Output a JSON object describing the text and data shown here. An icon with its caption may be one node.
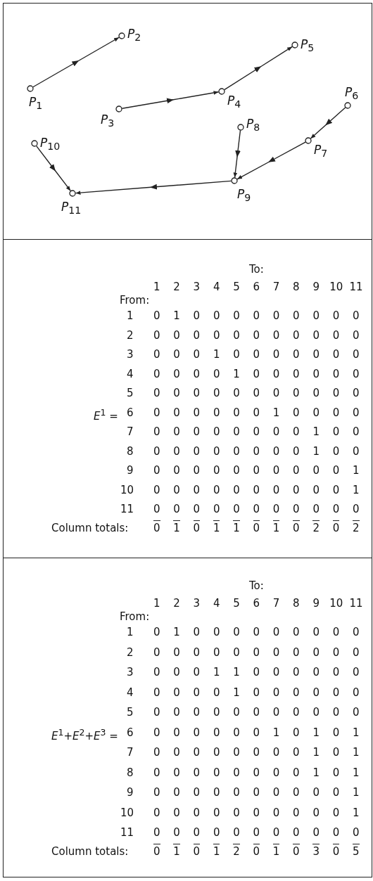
{
  "diagram": {
    "nodes": [
      {
        "text": [],
        "shape": "circle",
        "beside": [
          "*P*$_{1}$"
        ]
      },
      {
        "text": [],
        "shape": "circle",
        "beside": [
          "*P*$_{2}$"
        ]
      },
      {
        "text": [],
        "shape": "circle",
        "beside": [
          "*P*$_{3}$"
        ]
      },
      {
        "text": [],
        "shape": "circle",
        "beside": [
          "*P*$_{4}$"
        ]
      },
      {
        "text": [],
        "shape": "circle",
        "beside": [
          "*P*$_{5}$"
        ]
      },
      {
        "text": [],
        "shape": "circle",
        "beside": [
          "*P*$_{6}$"
        ]
      },
      {
        "text": [],
        "shape": "circle",
        "beside": [
          "*P*$_{7}$"
        ]
      },
      {
        "text": [],
        "shape": "circle",
        "beside": [
          "*P*$_{8}$"
        ]
      },
      {
        "text": [],
        "shape": "circle",
        "beside": [
          "*P*$_{9}$"
        ]
      },
      {
        "text": [],
        "shape": "circle",
        "beside": [
          "*P*$_{10}$"
        ]
      },
      {
        "text": [],
        "shape": "circle",
        "beside": [
          "*P*$_{11}$"
        ]
      }
    ],
    "edges": [
      {
        "from": 0,
        "to": 1,
        "arrow": "to"
      },
      {
        "from": 2,
        "to": 3,
        "arrow": "to"
      },
      {
        "from": 3,
        "to": 4,
        "arrow": "to"
      },
      {
        "from": 5,
        "to": 6,
        "arrow": "to"
      },
      {
        "from": 6,
        "to": 8,
        "arrow": "to"
      },
      {
        "from": 7,
        "to": 8,
        "arrow": "to"
      },
      {
        "from": 8,
        "to": 10,
        "arrow": "to"
      },
      {
        "from": 9,
        "to": 10,
        "arrow": "to"
      }
    ],
    "labels": [
      "To:",
      "1",
      "2",
      "3",
      "4",
      "5",
      "6",
      "7",
      "8",
      "9",
      "10",
      "11",
      "From:",
      "1",
      "0",
      "1",
      "0",
      "0",
      "0",
      "0",
      "0",
      "0",
      "0",
      "0",
      "0",
      "2",
      "0",
      "0",
      "0",
      "0",
      "0",
      "0",
      "0",
      "0",
      "0",
      "0",
      "0",
      "3",
      "0",
      "0",
      "0",
      "1",
      "0",
      "0",
      "0",
      "0",
      "0",
      "0",
      "0",
      "4",
      "0",
      "0",
      "0",
      "0",
      "1",
      "0",
      "0",
      "0",
      "0",
      "0",
      "0",
      "5",
      "0",
      "0",
      "0",
      "0",
      "0",
      "0",
      "0",
      "0",
      "0",
      "0",
      "0",
      "*E*$^{1}$ =",
      "6",
      "0",
      "0",
      "0",
      "0",
      "0",
      "0",
      "1",
      "0",
      "0",
      "0",
      "0",
      "7",
      "0",
      "0",
      "0",
      "0",
      "0",
      "0",
      "0",
      "0",
      "1",
      "0",
      "0",
      "8",
      "0",
      "0",
      "0",
      "0",
      "0",
      "0",
      "0",
      "0",
      "1",
      "0",
      "0",
      "9",
      "0",
      "0",
      "0",
      "0",
      "0",
      "0",
      "0",
      "0",
      "0",
      "0",
      "1",
      "10",
      "0",
      "0",
      "0",
      "0",
      "0",
      "0",
      "0",
      "0",
      "0",
      "0",
      "1",
      "11",
      "0",
      "0",
      "0",
      "0",
      "0",
      "0",
      "0",
      "0",
      "0",
      "0",
      "0",
      "Column totals:",
      "0",
      "1",
      "0",
      "1",
      "1",
      "0",
      "1",
      "0",
      "2",
      "0",
      "2",
      "To:",
      "1",
      "2",
      "3",
      "4",
      "5",
      "6",
      "7",
      "8",
      "9",
      "10",
      "11",
      "From:",
      "1",
      "0",
      "1",
      "0",
      "0",
      "0",
      "0",
      "0",
      "0",
      "0",
      "0",
      "0",
      "2",
      "0",
      "0",
      "0",
      "0",
      "0",
      "0",
      "0",
      "0",
      "0",
      "0",
      "0",
      "3",
      "0",
      "0",
      "0",
      "1",
      "1",
      "0",
      "0",
      "0",
      "0",
      "0",
      "0",
      "4",
      "0",
      "0",
      "0",
      "0",
      "1",
      "0",
      "0",
      "0",
      "0",
      "0",
      "0",
      "5",
      "0",
      "0",
      "0",
      "0",
      "0",
      "0",
      "0",
      "0",
      "0",
      "0",
      "0",
      "*E*$^{1}$+*E*$^{2}$+*E*$^{3}$ =",
      "6",
      "0",
      "0",
      "0",
      "0",
      "0",
      "0",
      "1",
      "0",
      "1",
      "0",
      "1",
      "7",
      "0",
      "0",
      "0",
      "0",
      "0",
      "0",
      "0",
      "0",
      "1",
      "0",
      "1",
      "8",
      "0",
      "0",
      "0",
      "0",
      "0",
      "0",
      "0",
      "0",
      "1",
      "0",
      "1",
      "9",
      "0",
      "0",
      "0",
      "0",
      "0",
      "0",
      "0",
      "0",
      "0",
      "0",
      "1",
      "10",
      "0",
      "0",
      "0",
      "0",
      "0",
      "0",
      "0",
      "0",
      "0",
      "0",
      "1",
      "11",
      "0",
      "0",
      "0",
      "0",
      "0",
      "0",
      "0",
      "0",
      "0",
      "0",
      "0",
      "Column totals:",
      "0",
      "1",
      "0",
      "1",
      "2",
      "0",
      "1",
      "0",
      "3",
      "0",
      "5"
    ]
  }
}
